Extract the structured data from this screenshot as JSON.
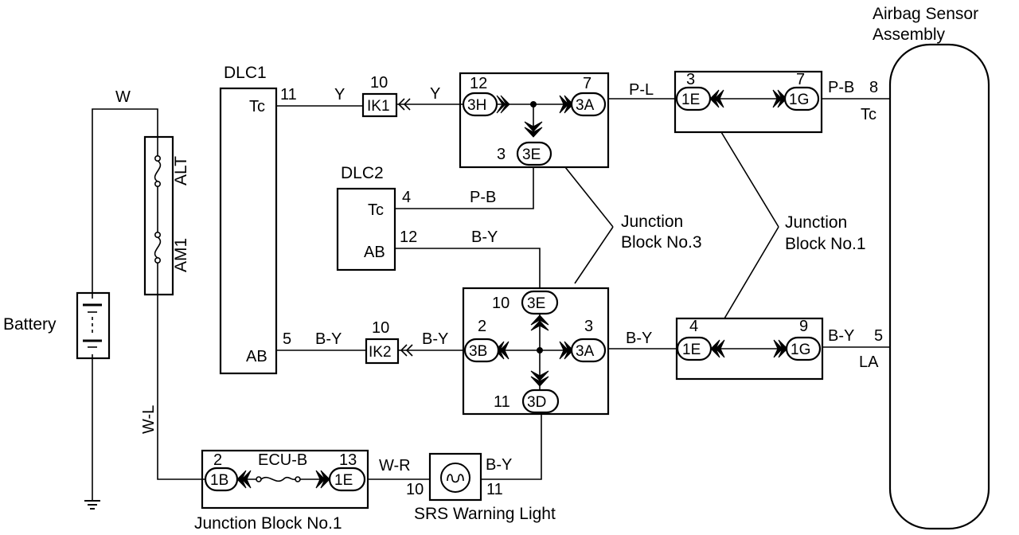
{
  "components": {
    "battery": "Battery",
    "alt_fuse": "ALT",
    "am1_fuse": "AM1",
    "dlc1": "DLC1",
    "dlc1_tc": "Tc",
    "dlc1_ab": "AB",
    "dlc2": "DLC2",
    "dlc2_tc": "Tc",
    "dlc2_ab": "AB",
    "airbag_sensor_line1": "Airbag Sensor",
    "airbag_sensor_line2": "Assembly",
    "airbag_tc": "Tc",
    "airbag_la": "LA",
    "jb3_line1": "Junction",
    "jb3_line2": "Block No.3",
    "jb1_right_line1": "Junction",
    "jb1_right_line2": "Block No.1",
    "jb1_bottom": "Junction Block No.1",
    "ecu_b": "ECU-B",
    "srs_light": "SRS Warning Light"
  },
  "connectors": {
    "ik1": "IK1",
    "ik2": "IK2",
    "jb3_top_left": "3H",
    "jb3_top_right": "3A",
    "jb3_top_bottom": "3E",
    "jb3_bot_top": "3E",
    "jb3_bot_left": "3B",
    "jb3_bot_right": "3A",
    "jb3_bot_bottom": "3D",
    "jb1_top_left": "1E",
    "jb1_top_right": "1G",
    "jb1_bot_left": "1E",
    "jb1_bot_right": "1G",
    "jb1b_left": "1B",
    "jb1b_right": "1E"
  },
  "wire_colors": {
    "battery_top": "W",
    "dlc1_ik1": "Y",
    "ik1_jb3": "Y",
    "jb3_jb1_top": "P-L",
    "jb1_airbag_top": "P-B",
    "dlc2_tc": "P-B",
    "dlc2_ab": "B-Y",
    "dlc1_ik2": "B-Y",
    "ik2_jb3": "B-Y",
    "jb3_jb1_bot": "B-Y",
    "jb1_airbag_bot": "B-Y",
    "am1_down": "W-L",
    "jb1b_srs": "W-R",
    "srs_jb3": "B-Y"
  },
  "pins": {
    "dlc1_tc": "11",
    "ik1": "10",
    "jb3_3h": "12",
    "jb3_3a_top": "7",
    "jb3_3e_top": "3",
    "jb1_1e_top": "3",
    "jb1_1g_top": "7",
    "airbag_tc": "8",
    "dlc2_tc": "4",
    "dlc2_ab": "12",
    "jb3_3e_bot": "10",
    "jb3_3b": "2",
    "jb3_3a_bot": "3",
    "jb3_3d": "11",
    "dlc1_ab": "5",
    "ik2": "10",
    "jb1_1e_bot": "4",
    "jb1_1g_bot": "9",
    "airbag_la": "5",
    "jb1b_1b": "2",
    "jb1b_1e": "13",
    "srs_in": "10",
    "srs_out": "11"
  }
}
